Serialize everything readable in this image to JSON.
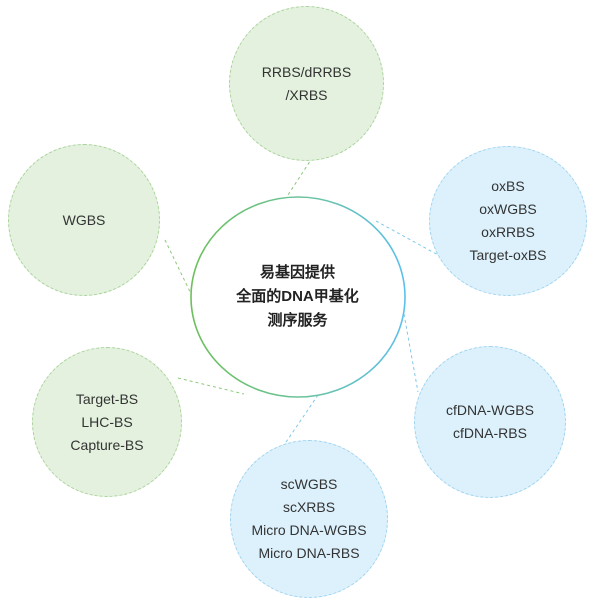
{
  "center": {
    "title_lines": [
      "易基因提供",
      "全面的DNA甲基化",
      "测序服务"
    ]
  },
  "nodes": {
    "top": {
      "lines": [
        "RRBS/dRRBS",
        "/XRBS"
      ],
      "color": "green"
    },
    "left_upper": {
      "lines": [
        "WGBS"
      ],
      "color": "green"
    },
    "left_lower": {
      "lines": [
        "Target-BS",
        "LHC-BS",
        "Capture-BS"
      ],
      "color": "green"
    },
    "right_upper": {
      "lines": [
        "oxBS",
        "oxWGBS",
        "oxRRBS",
        "Target-oxBS"
      ],
      "color": "blue"
    },
    "right_lower": {
      "lines": [
        "cfDNA-WGBS",
        "cfDNA-RBS"
      ],
      "color": "blue"
    },
    "bottom": {
      "lines": [
        "scWGBS",
        "scXRBS",
        "Micro DNA-WGBS",
        "Micro DNA-RBS"
      ],
      "color": "blue"
    }
  },
  "colors": {
    "green_fill": "#e3f1de",
    "green_border": "#a9d39a",
    "blue_fill": "#dcf1fc",
    "blue_border": "#9fd3ef",
    "center_ring_green": "#6cc05a",
    "center_ring_blue": "#5bc0eb"
  }
}
